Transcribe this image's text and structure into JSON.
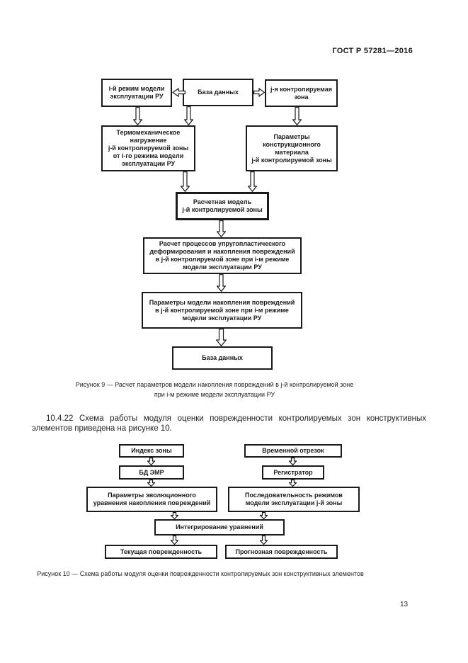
{
  "header": {
    "standard": "ГОСТ Р 57281—2016",
    "page_number": "13"
  },
  "figure9": {
    "boxes": {
      "regime": "i-й режим модели\nэксплуатации РУ",
      "database_top": "База данных",
      "zone": "j-я контролируемая\nзона",
      "thermal_loading": "Термомеханическое\nнагружение\nj-й контролируемой зоны\nот i-го режима модели\nэксплуатации РУ",
      "material_params": "Параметры\nконструкционного\nматериала\nj-й контролируемой зоны",
      "calc_model": "Расчетная модель\nj-й контролируемой зоны",
      "calc_process": "Расчет процессов упругопластического\nдеформирования и накопления повреждений\nв j-й контролируемой зоне при i-м режиме\nмодели эксплуатации РУ",
      "damage_params": "Параметры модели накопления повреждений\nв j-й контролируемой зоне при i-м режиме\nмодели эксплуатации РУ",
      "database_bottom": "База данных"
    },
    "caption_line1": "Рисунок 9 — Расчет параметров модели накопления повреждений в j-й контролируемой зоне",
    "caption_line2": "при i-м режиме модели эксплуатации РУ"
  },
  "body_text": {
    "clause_line1": "10.4.22 Схема работы модуля оценки поврежденности контролируемых зон конструктивных",
    "clause_line2": "элементов приведена на рисунке 10."
  },
  "figure10": {
    "boxes": {
      "zone_index": "Индекс зоны",
      "time_interval": "Временной отрезок",
      "db_emr": "БД ЭМР",
      "registrator": "Регистратор",
      "evolution_params": "Параметры эволюционного\nуравнения накопления повреждений",
      "regime_sequence": "Последовательность режимов\nмодели эксплуатации j-й зоны",
      "integration": "Интегрирование уравнений",
      "current_damage": "Текущая поврежденность",
      "predicted_damage": "Прогнозная поврежденность"
    },
    "caption": "Рисунок 10 — Схема работы модуля оценки поврежденности контролируемых зон конструктивных элементов"
  }
}
